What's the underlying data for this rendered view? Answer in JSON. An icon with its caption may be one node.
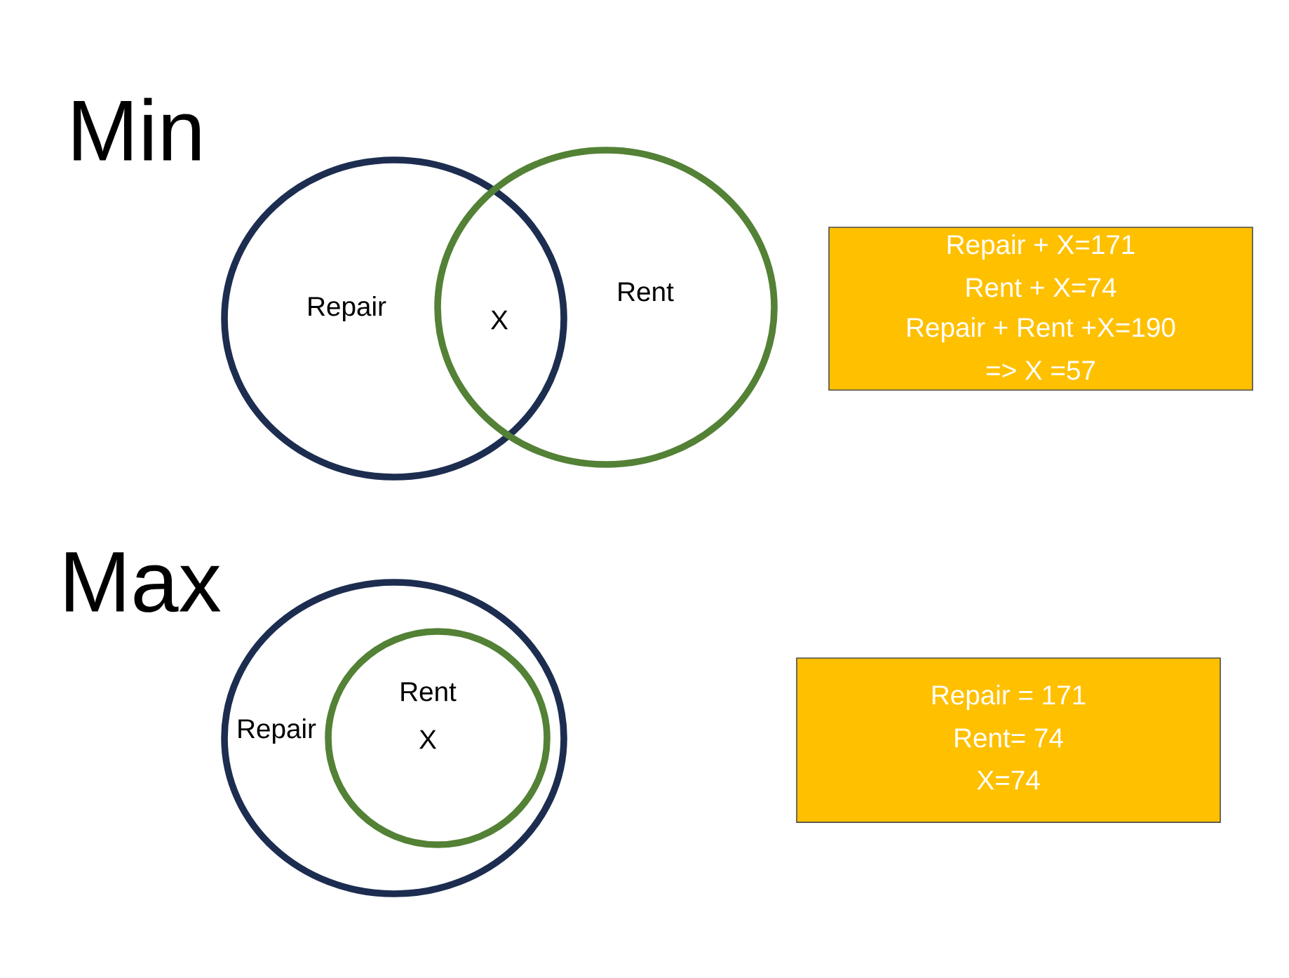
{
  "diagram": {
    "nodes": [
      {
        "text": [
          "Repair"
        ]
      },
      {
        "text": [
          "Rent"
        ]
      },
      {
        "text": [
          "Repair + X=171",
          "Rent + X=74",
          "Repair + Rent +X=190",
          "=> X =57"
        ]
      },
      {
        "text": [
          "Repair"
        ]
      },
      {
        "text": [
          "Rent",
          "X"
        ],
        "in": 3
      },
      {
        "text": [
          "Repair = 171",
          "Rent= 74",
          "X=74"
        ]
      }
    ],
    "labels": [
      "Min",
      "X",
      "Max"
    ]
  }
}
